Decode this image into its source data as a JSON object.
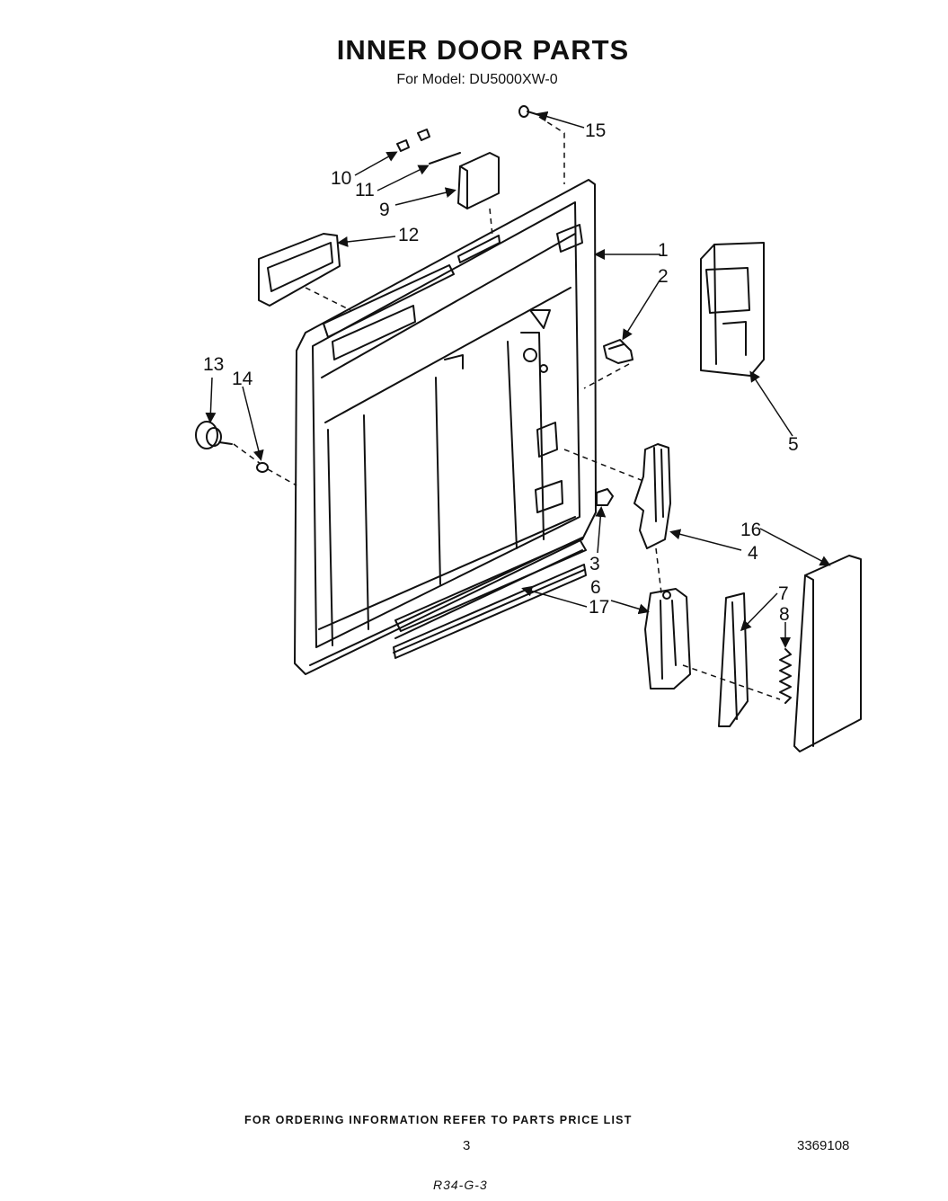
{
  "header": {
    "title": "INNER DOOR PARTS",
    "subtitle": "For Model: DU5000XW-0"
  },
  "callouts": [
    "1",
    "2",
    "3",
    "4",
    "5",
    "6",
    "7",
    "8",
    "9",
    "10",
    "11",
    "12",
    "13",
    "14",
    "15",
    "16",
    "17"
  ],
  "footer": {
    "note": "FOR ORDERING INFORMATION REFER TO PARTS PRICE LIST",
    "page_number": "3",
    "document_number": "3369108",
    "handwritten_code": "R34-G-3"
  }
}
